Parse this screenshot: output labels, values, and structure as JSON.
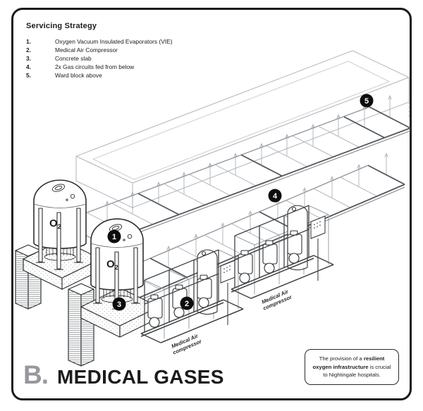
{
  "header": {
    "title": "Servicing Strategy"
  },
  "legend": {
    "items": [
      {
        "num": "1.",
        "label": "Oxygen Vacuum Insulated Evaporators (VIE)"
      },
      {
        "num": "2.",
        "label": "Medical Air Compressor"
      },
      {
        "num": "3.",
        "label": "Concrete slab"
      },
      {
        "num": "4.",
        "label": "2x Gas circuits fed from below"
      },
      {
        "num": "5.",
        "label": "Ward block above"
      }
    ]
  },
  "diagram": {
    "markers": [
      {
        "n": "1"
      },
      {
        "n": "2"
      },
      {
        "n": "3"
      },
      {
        "n": "4"
      },
      {
        "n": "5"
      }
    ],
    "labels": {
      "o2_main": "O",
      "o2_sub": "2",
      "compressor_line1": "Medical Air",
      "compressor_line2": "compressor"
    }
  },
  "footer": {
    "letter": "B.",
    "title": "MEDICAL GASES"
  },
  "note": {
    "l1a": "The provision of a ",
    "l1b": "resilient",
    "l2a": "oxygen infrastructure",
    "l2b": " is crucial",
    "l3": "to Nightingale hospitals."
  },
  "colors": {
    "line_dark": "#2e2e2e",
    "line_mid": "#8d9299",
    "line_light": "#b6bbc1",
    "marker_bg": "#0d0d0d",
    "letter_gray": "#96989b"
  }
}
